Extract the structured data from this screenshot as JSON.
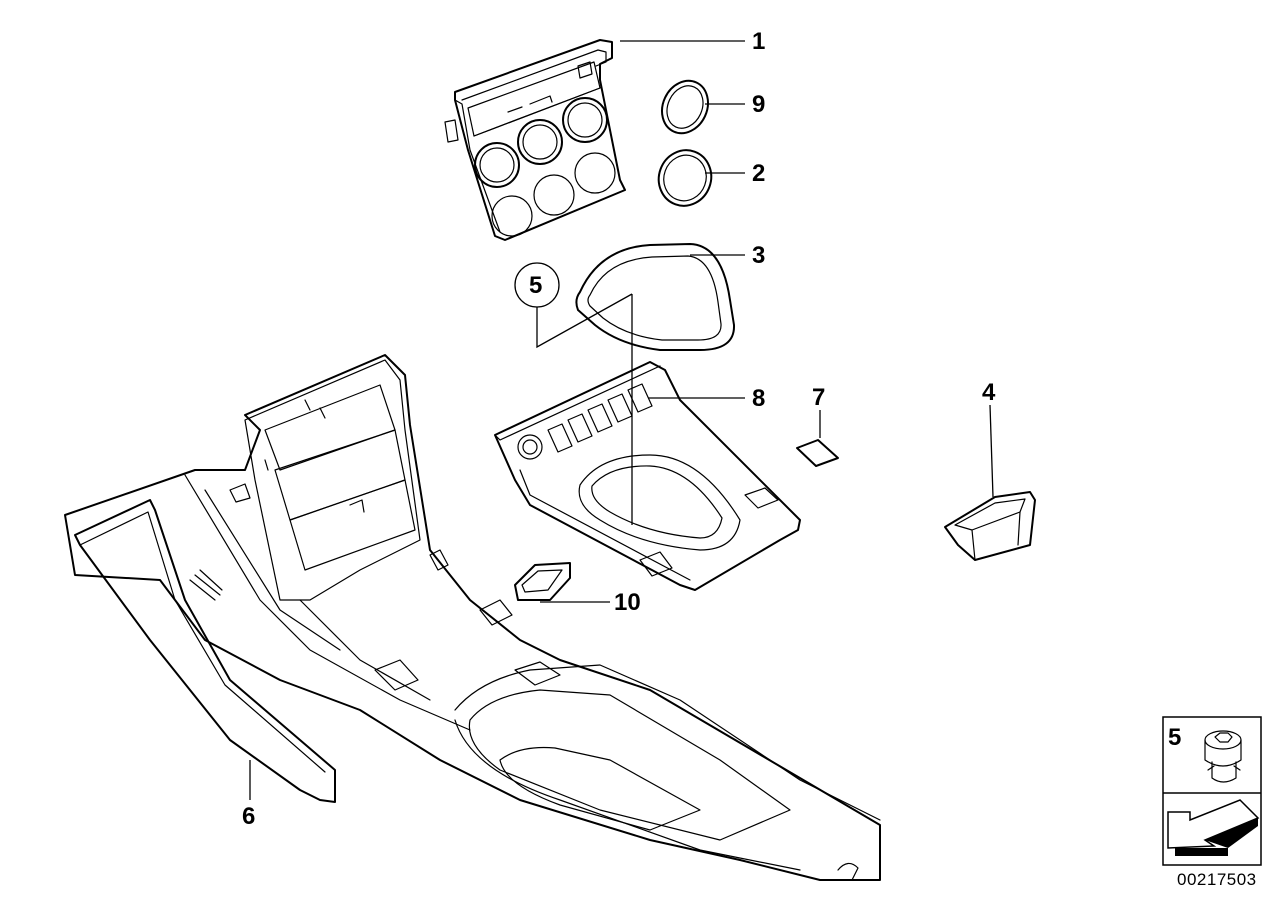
{
  "diagram": {
    "callouts": [
      {
        "id": "1",
        "label": "1"
      },
      {
        "id": "9",
        "label": "9"
      },
      {
        "id": "2",
        "label": "2"
      },
      {
        "id": "3",
        "label": "3"
      },
      {
        "id": "5",
        "label": "5"
      },
      {
        "id": "8",
        "label": "8"
      },
      {
        "id": "7",
        "label": "7"
      },
      {
        "id": "4",
        "label": "4"
      },
      {
        "id": "10",
        "label": "10"
      },
      {
        "id": "6",
        "label": "6"
      }
    ],
    "inset": {
      "label": "5"
    },
    "doc_number": "00217503"
  }
}
